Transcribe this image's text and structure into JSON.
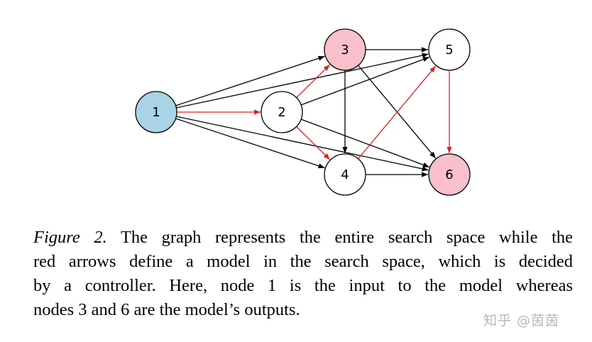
{
  "diagram": {
    "nodes": [
      {
        "id": "1",
        "label": "1",
        "fill": "#a8d4e6"
      },
      {
        "id": "2",
        "label": "2",
        "fill": "#ffffff"
      },
      {
        "id": "3",
        "label": "3",
        "fill": "#f9bfcb"
      },
      {
        "id": "4",
        "label": "4",
        "fill": "#ffffff"
      },
      {
        "id": "5",
        "label": "5",
        "fill": "#ffffff"
      },
      {
        "id": "6",
        "label": "6",
        "fill": "#f9bfcb"
      }
    ],
    "edges": [
      {
        "from": "1",
        "to": "2",
        "color": "red"
      },
      {
        "from": "1",
        "to": "3",
        "color": "black"
      },
      {
        "from": "1",
        "to": "4",
        "color": "black"
      },
      {
        "from": "1",
        "to": "5",
        "color": "black"
      },
      {
        "from": "1",
        "to": "6",
        "color": "black"
      },
      {
        "from": "2",
        "to": "3",
        "color": "red"
      },
      {
        "from": "2",
        "to": "4",
        "color": "red"
      },
      {
        "from": "2",
        "to": "5",
        "color": "black"
      },
      {
        "from": "2",
        "to": "6",
        "color": "black"
      },
      {
        "from": "3",
        "to": "4",
        "color": "black"
      },
      {
        "from": "3",
        "to": "5",
        "color": "black"
      },
      {
        "from": "3",
        "to": "6",
        "color": "black"
      },
      {
        "from": "4",
        "to": "5",
        "color": "red"
      },
      {
        "from": "4",
        "to": "6",
        "color": "black"
      },
      {
        "from": "5",
        "to": "6",
        "color": "red"
      }
    ],
    "colors": {
      "red": "#e02020",
      "black": "#000000",
      "stroke": "#000000"
    }
  },
  "caption": {
    "label": "Figure 2.",
    "lines": [
      "The graph represents the entire search space while the",
      "red arrows define a model in the search space, which is decided",
      "by a controller.  Here, node 1 is the input to the model whereas",
      "nodes 3 and 6 are the model’s outputs."
    ]
  },
  "watermark": "知乎 @茵茵"
}
